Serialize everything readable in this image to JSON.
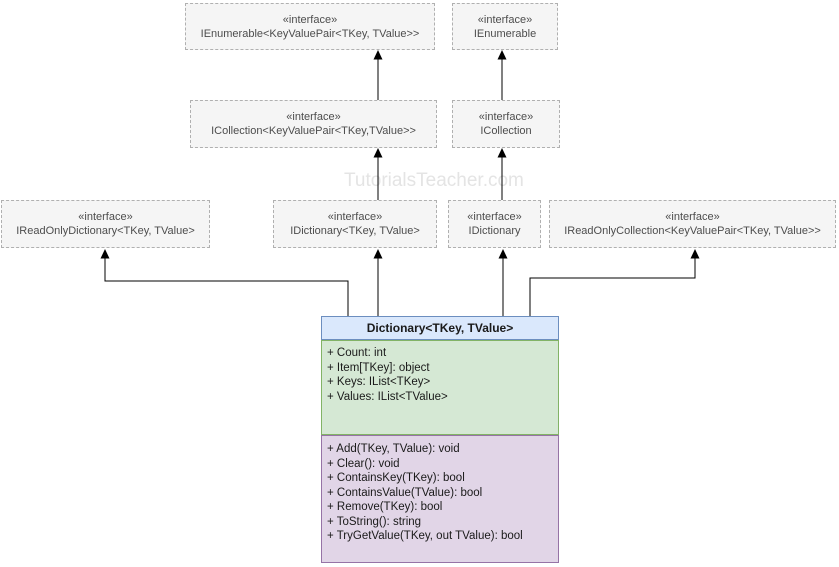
{
  "watermark": "TutorialsTeacher.com",
  "interfaces": [
    {
      "stereotype": "«interface»",
      "name": "IEnumerable<KeyValuePair<TKey, TValue>>"
    },
    {
      "stereotype": "«interface»",
      "name": "IEnumerable"
    },
    {
      "stereotype": "«interface»",
      "name": "ICollection<KeyValuePair<TKey,TValue>>"
    },
    {
      "stereotype": "«interface»",
      "name": "ICollection"
    },
    {
      "stereotype": "«interface»",
      "name": "IReadOnlyDictionary<TKey, TValue>"
    },
    {
      "stereotype": "«interface»",
      "name": "IDictionary<TKey, TValue>"
    },
    {
      "stereotype": "«interface»",
      "name": "IDictionary"
    },
    {
      "stereotype": "«interface»",
      "name": "IReadOnlyCollection<KeyValuePair<TKey, TValue>>"
    }
  ],
  "class_box": {
    "title": "Dictionary<TKey, TValue>",
    "properties": [
      "+ Count: int",
      "+ Item[TKey]: object",
      "+ Keys: IList<TKey>",
      "+ Values: IList<TValue>"
    ],
    "methods": [
      "+ Add(TKey, TValue): void",
      "+ Clear(): void",
      "+ ContainsKey(TKey): bool",
      "+ ContainsValue(TValue): bool",
      "+ Remove(TKey): bool",
      "+ ToString(): string",
      "+ TryGetValue(TKey, out TValue): bool"
    ]
  },
  "relationships": [
    {
      "from": "ICollection<KeyValuePair<TKey,TValue>>",
      "to": "IEnumerable<KeyValuePair<TKey, TValue>>",
      "type": "inherits"
    },
    {
      "from": "ICollection",
      "to": "IEnumerable",
      "type": "inherits"
    },
    {
      "from": "IDictionary<TKey, TValue>",
      "to": "ICollection<KeyValuePair<TKey,TValue>>",
      "type": "inherits"
    },
    {
      "from": "IDictionary",
      "to": "ICollection",
      "type": "inherits"
    },
    {
      "from": "Dictionary<TKey, TValue>",
      "to": "IReadOnlyDictionary<TKey, TValue>",
      "type": "implements"
    },
    {
      "from": "Dictionary<TKey, TValue>",
      "to": "IDictionary<TKey, TValue>",
      "type": "implements"
    },
    {
      "from": "Dictionary<TKey, TValue>",
      "to": "IDictionary",
      "type": "implements"
    },
    {
      "from": "Dictionary<TKey, TValue>",
      "to": "IReadOnlyCollection<KeyValuePair<TKey, TValue>>",
      "type": "implements"
    }
  ],
  "colors": {
    "header_bg": "#dae8fc",
    "header_border": "#6c8ebf",
    "properties_bg": "#d5e8d4",
    "properties_border": "#82b366",
    "methods_bg": "#e1d5e7",
    "methods_border": "#9673a6",
    "interface_bg": "#f5f5f5",
    "interface_border": "#b0b0b0",
    "interface_text": "#4d4d4d",
    "connector": "#000000",
    "watermark_text": "#e4e4e4"
  }
}
